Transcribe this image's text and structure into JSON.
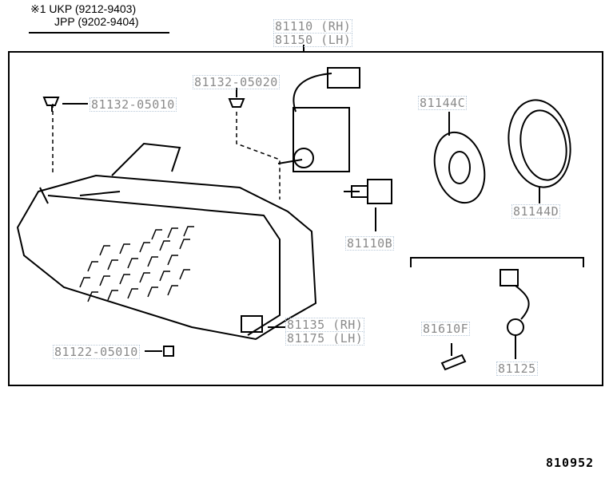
{
  "header_note": {
    "symbol": "※1",
    "line1": "UKP (9212-9403)",
    "line2": "JPP  (9202-9404)"
  },
  "parts": [
    {
      "number": "81110 (RH)"
    },
    {
      "number": "81150 (LH)"
    },
    {
      "number": "81132-05020"
    },
    {
      "number": "81132-05010"
    },
    {
      "number": "81144C"
    },
    {
      "number": "81144D"
    },
    {
      "number": "81110B"
    },
    {
      "number": "81135 (RH)"
    },
    {
      "number": "81175 (LH)"
    },
    {
      "number": "81610F"
    },
    {
      "number": "81125"
    },
    {
      "number": "81122-05010"
    }
  ],
  "diagram_code": "810952"
}
